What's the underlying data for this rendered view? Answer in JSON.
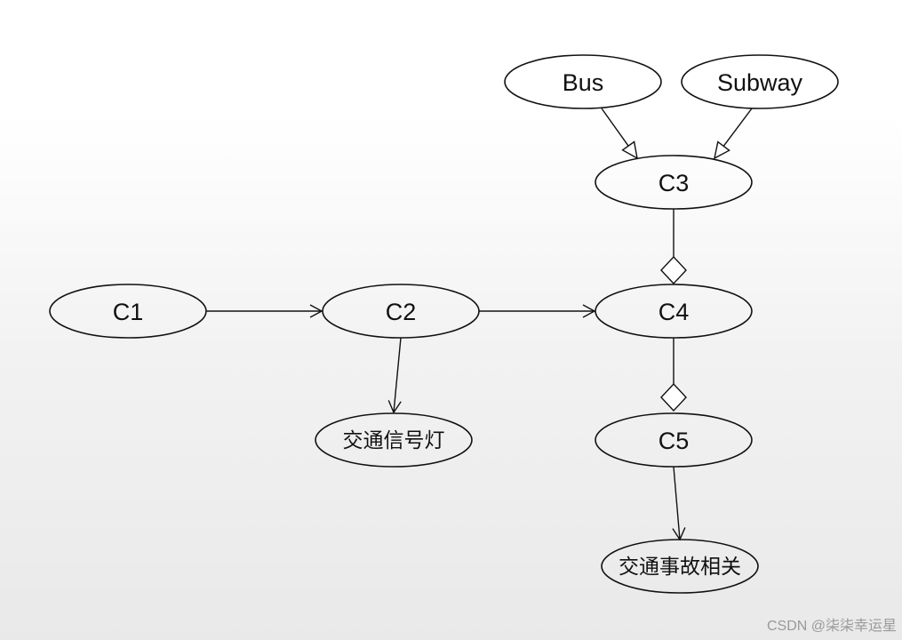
{
  "diagram": {
    "nodes": [
      {
        "id": "bus",
        "label": "Bus"
      },
      {
        "id": "subway",
        "label": "Subway"
      },
      {
        "id": "c3",
        "label": "C3"
      },
      {
        "id": "c1",
        "label": "C1"
      },
      {
        "id": "c2",
        "label": "C2"
      },
      {
        "id": "c4",
        "label": "C4"
      },
      {
        "id": "signal",
        "label": "交通信号灯"
      },
      {
        "id": "c5",
        "label": "C5"
      },
      {
        "id": "accident",
        "label": "交通事故相关"
      }
    ],
    "edges": [
      {
        "from": "bus",
        "to": "c3",
        "type": "generalization"
      },
      {
        "from": "subway",
        "to": "c3",
        "type": "generalization"
      },
      {
        "from": "c3",
        "to": "c4",
        "type": "aggregation"
      },
      {
        "from": "c1",
        "to": "c2",
        "type": "association"
      },
      {
        "from": "c2",
        "to": "c4",
        "type": "association"
      },
      {
        "from": "c2",
        "to": "signal",
        "type": "association"
      },
      {
        "from": "c4",
        "to": "c5",
        "type": "aggregation"
      },
      {
        "from": "c5",
        "to": "accident",
        "type": "association"
      }
    ]
  },
  "watermark": "CSDN @柒柒幸运星"
}
